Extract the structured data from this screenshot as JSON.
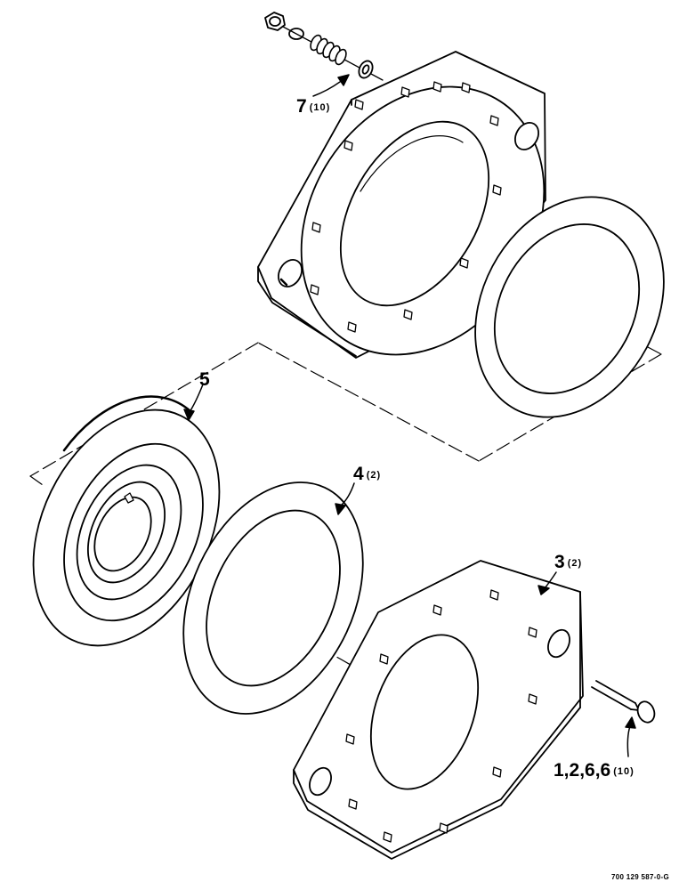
{
  "callouts": {
    "spring_assembly": {
      "number": "7",
      "qty": "(10)"
    },
    "friction_disc": {
      "number": "5",
      "qty": ""
    },
    "friction_lining": {
      "number": "4",
      "qty": "(2)"
    },
    "clutch_plate": {
      "number": "3",
      "qty": "(2)"
    },
    "bolt_set": {
      "number": "1,2,6,6",
      "qty": "(10)"
    }
  },
  "figure_code": "700 129 587-0-G",
  "colors": {
    "line": "#000000",
    "background": "#ffffff"
  }
}
